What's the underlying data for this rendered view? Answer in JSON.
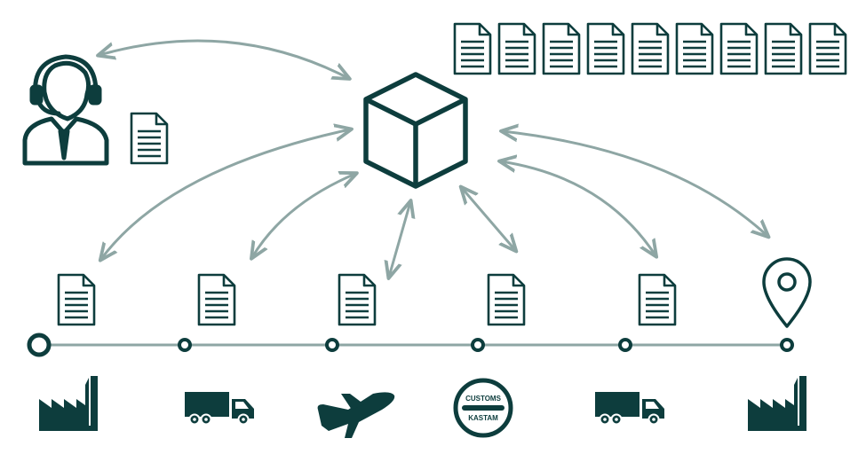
{
  "colors": {
    "primary": "#0d3d3d",
    "arrow": "#8ea6a4",
    "background": "#ffffff"
  },
  "hub": {
    "icon": "cube-icon"
  },
  "agent": {
    "icon": "customer-service-agent-icon",
    "document_icon": "document-icon"
  },
  "document_stack": {
    "count": 9,
    "icon": "document-icon"
  },
  "timeline": {
    "stops": [
      {
        "icon": "factory-icon",
        "document": true,
        "start": true
      },
      {
        "icon": "truck-icon",
        "document": true,
        "start": false
      },
      {
        "icon": "airplane-icon",
        "document": true,
        "start": false
      },
      {
        "icon": "customs-stamp-icon",
        "document": true,
        "start": false
      },
      {
        "icon": "truck-icon",
        "document": true,
        "start": false
      },
      {
        "icon": "factory-icon",
        "document": false,
        "pin": "location-pin-icon",
        "start": false
      }
    ]
  },
  "customs_stamp": {
    "top_text": "CUSTOMS",
    "bottom_text": "KASTAM"
  }
}
